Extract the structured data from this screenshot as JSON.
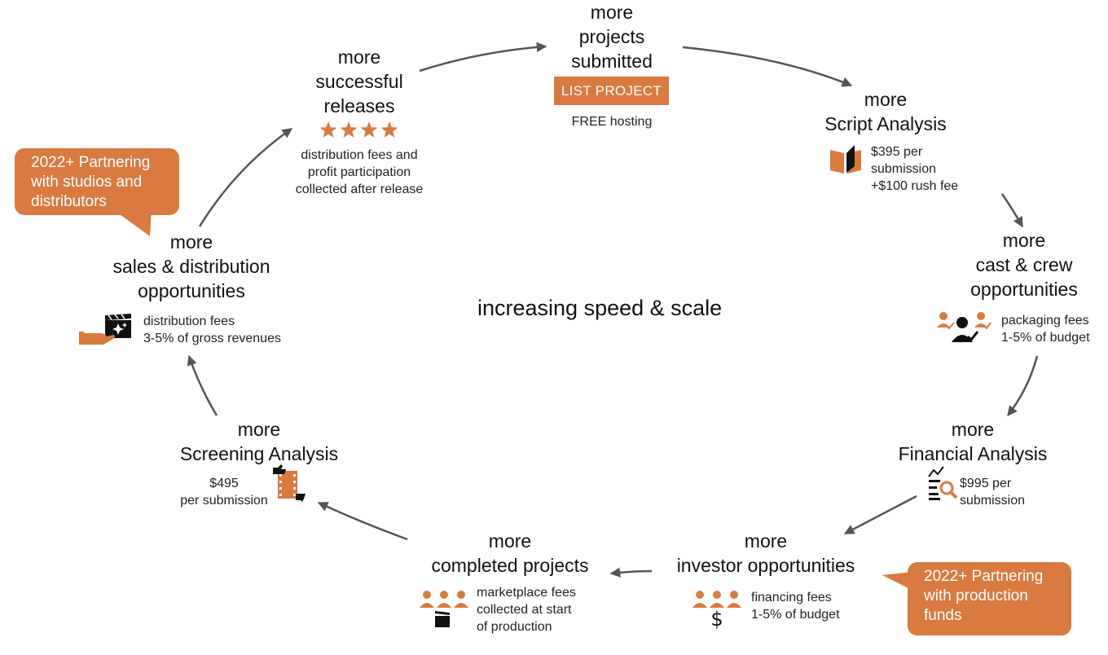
{
  "center_label": "increasing speed & scale",
  "nodes": {
    "projects": {
      "head": [
        "more",
        "projects",
        "submitted"
      ],
      "button": "LIST PROJECT",
      "note": "FREE hosting"
    },
    "script": {
      "head": [
        "more",
        "Script Analysis"
      ],
      "note": [
        "$395 per",
        "submission",
        "+$100 rush fee"
      ],
      "icon": "open-book-icon"
    },
    "cast": {
      "head": [
        "more",
        "cast & crew",
        "opportunities"
      ],
      "note": [
        "packaging fees",
        "1-5% of budget"
      ],
      "icon": "cast-crew-people-icon"
    },
    "financial": {
      "head": [
        "more",
        "Financial Analysis"
      ],
      "note": [
        "$995 per",
        "submission"
      ],
      "icon": "financial-analysis-icon"
    },
    "investor": {
      "head": [
        "more",
        "investor opportunities"
      ],
      "note": [
        "financing fees",
        "1-5% of budget"
      ],
      "icon": "investor-group-dollar-icon"
    },
    "completed": {
      "head": [
        "more",
        "completed projects"
      ],
      "note": [
        "marketplace fees",
        "collected at start",
        "of production"
      ],
      "icon": "team-clapperboard-icon"
    },
    "screening": {
      "head": [
        "more",
        "Screening Analysis"
      ],
      "note": [
        "$495",
        "per submission"
      ],
      "icon": "film-thumbs-icon"
    },
    "sales": {
      "head": [
        "more",
        "sales & distribution",
        "opportunities"
      ],
      "note": [
        "distribution fees",
        "3-5% of gross revenues"
      ],
      "icon": "hand-clapperboard-icon"
    },
    "releases": {
      "head": [
        "more",
        "successful",
        "releases"
      ],
      "note": [
        "distribution fees and",
        "profit participation",
        "collected after release"
      ],
      "icon": "four-stars-icon",
      "stars": 4
    }
  },
  "callouts": {
    "studios": [
      "2022+ Partnering",
      "with studios and",
      "distributors"
    ],
    "funds": [
      "2022+ Partnering",
      "with production",
      "funds"
    ]
  },
  "colors": {
    "accent": "#d97a40",
    "arrow": "#555555",
    "text": "#111111"
  }
}
